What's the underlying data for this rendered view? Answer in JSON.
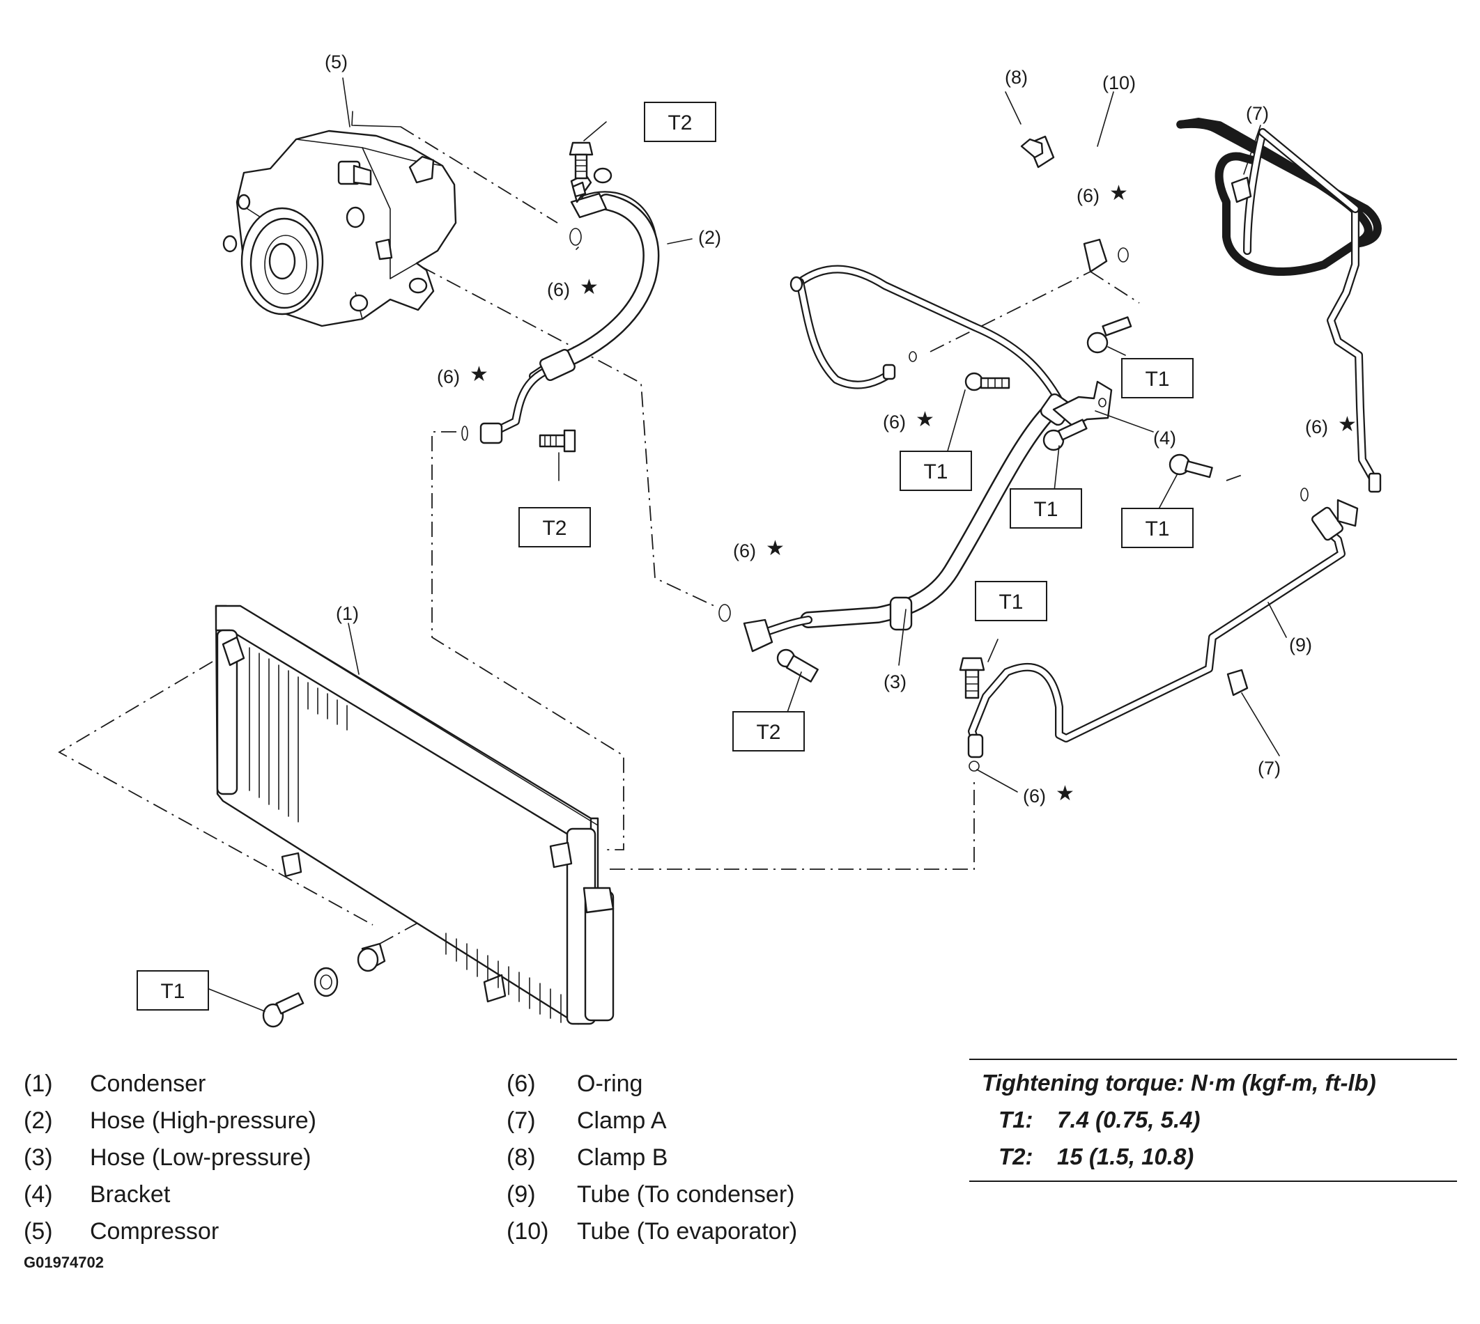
{
  "callouts": {
    "c1": "(1)",
    "c2": "(2)",
    "c3": "(3)",
    "c4": "(4)",
    "c5": "(5)",
    "c6": "(6)",
    "c7": "(7)",
    "c8": "(8)",
    "c9": "(9)",
    "c10": "(10)",
    "star": "★"
  },
  "torque_boxes": {
    "t1": "T1",
    "t2": "T2"
  },
  "legend": {
    "left": [
      {
        "num": "(1)",
        "label": "Condenser"
      },
      {
        "num": "(2)",
        "label": "Hose (High-pressure)"
      },
      {
        "num": "(3)",
        "label": "Hose (Low-pressure)"
      },
      {
        "num": "(4)",
        "label": "Bracket"
      },
      {
        "num": "(5)",
        "label": "Compressor"
      }
    ],
    "right": [
      {
        "num": "(6)",
        "label": "O-ring"
      },
      {
        "num": "(7)",
        "label": "Clamp A"
      },
      {
        "num": "(8)",
        "label": "Clamp B"
      },
      {
        "num": "(9)",
        "label": "Tube (To condenser)"
      },
      {
        "num": "(10)",
        "label": "Tube (To evaporator)"
      }
    ]
  },
  "torque_table": {
    "title": "Tightening torque: N·m (kgf-m, ft-lb)",
    "rows": [
      {
        "label": "T1:",
        "value": "7.4 (0.75, 5.4)"
      },
      {
        "label": "T2:",
        "value": "15 (1.5, 10.8)"
      }
    ]
  },
  "figure_code": "G01974702"
}
